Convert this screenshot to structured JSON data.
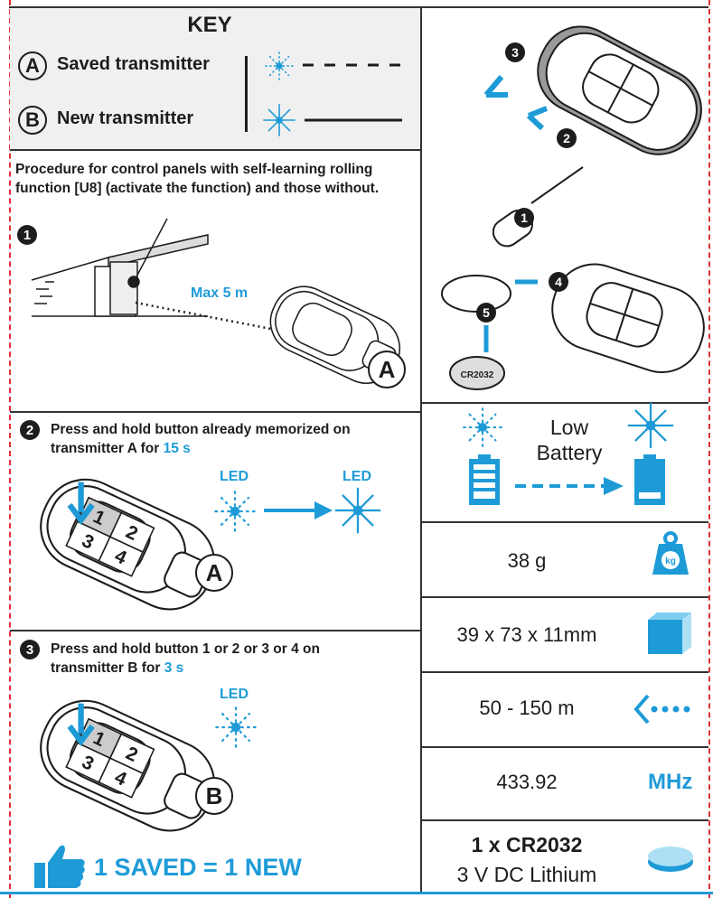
{
  "key": {
    "title": "KEY",
    "a_letter": "A",
    "a_label": "Saved transmitter",
    "b_letter": "B",
    "b_label": "New transmitter"
  },
  "procedure": {
    "intro": "Procedure for control panels with self-learning rolling function [U8] (activate the function) and those without.",
    "step1": {
      "num": "1",
      "distance": "Max 5 m",
      "transmitter": "A"
    },
    "step2": {
      "num": "2",
      "text": "Press and hold button already memorized on transmitter A for ",
      "time": "15 s",
      "led1": "LED",
      "led2": "LED",
      "transmitter": "A"
    },
    "step3": {
      "num": "3",
      "text": "Press and hold button 1 or 2 or 3 or 4 on transmitter B for ",
      "time": "3 s",
      "led": "LED",
      "transmitter": "B"
    },
    "result": "1 SAVED = 1 NEW",
    "buttons": [
      "1",
      "2",
      "3",
      "4"
    ]
  },
  "battery_change": {
    "steps": [
      "1",
      "2",
      "3",
      "4",
      "5"
    ],
    "battery_label": "CR2032"
  },
  "low_battery": {
    "line1": "Low",
    "line2": "Battery"
  },
  "specs": {
    "weight": "38 g",
    "weight_icon": "kg",
    "dimensions": "39 x 73 x 11mm",
    "range": "50 - 150 m",
    "frequency": "433.92",
    "frequency_unit": "MHz",
    "battery_line1": "1 x CR2032",
    "battery_line2": "3 V DC Lithium"
  },
  "colors": {
    "accent": "#1e9bd7",
    "border_red": "#e0303a",
    "key_bg": "#f0f0f0"
  }
}
